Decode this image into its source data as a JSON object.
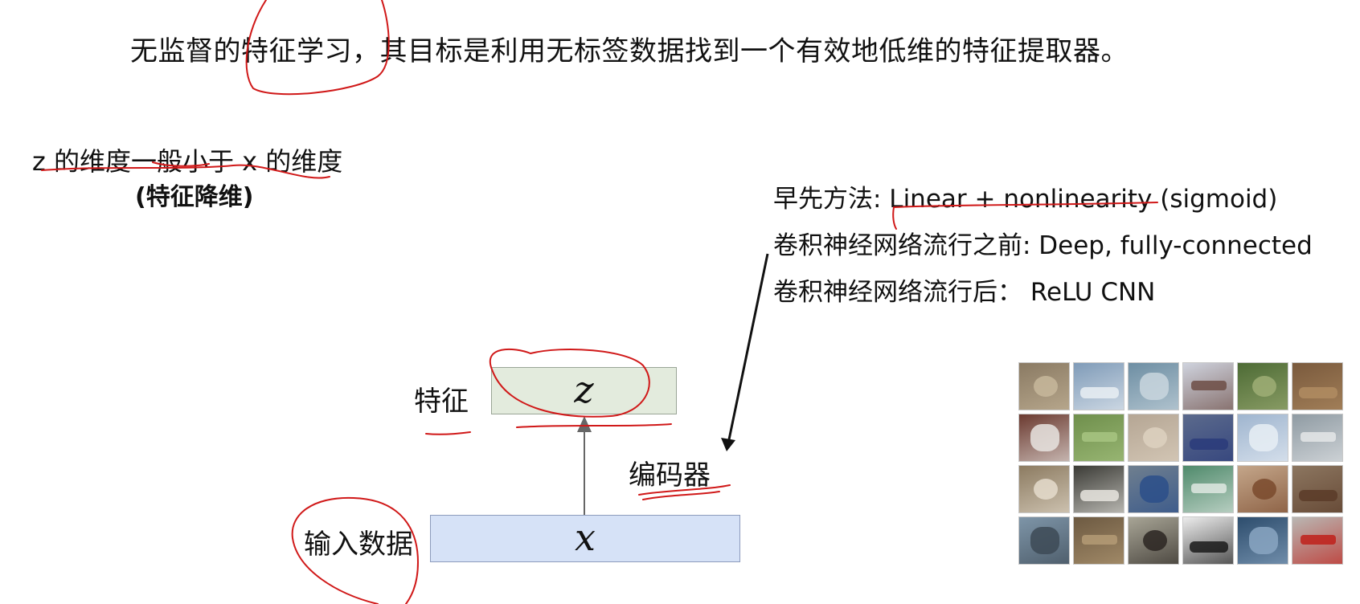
{
  "headline": "无监督的特征学习，其目标是利用无标签数据找到一个有效地低维的特征提取器。",
  "dimension_note": {
    "line1": "z 的维度一般小于 x 的维度",
    "line2": "(特征降维)"
  },
  "methods": [
    "早先方法: Linear +   nonlinearity (sigmoid)",
    "卷积神经网络流行之前: Deep, fully-connected",
    "卷积神经网络流行后：  ReLU CNN"
  ],
  "diagram": {
    "feature_label": "特征",
    "feature_symbol": "z",
    "encoder_label": "编码器",
    "input_label": "输入数据",
    "input_symbol": "x"
  },
  "colors": {
    "feature_box": "#e3ebdd",
    "input_box": "#d6e2f7",
    "annotation_ink": "#d01818",
    "arrow": "#111111"
  },
  "thumbnails": [
    {
      "name": "cat-thumbnail",
      "bg": "#8a7a63",
      "fg": "#c7b79b"
    },
    {
      "name": "boat-thumbnail",
      "bg": "#7f9bb8",
      "fg": "#e9eef3"
    },
    {
      "name": "ship-thumbnail",
      "bg": "#6d8ea3",
      "fg": "#c9d6de"
    },
    {
      "name": "airplane-thumbnail",
      "bg": "#cfd3de",
      "fg": "#6d4d45"
    },
    {
      "name": "frog-thumbnail",
      "bg": "#4d6b35",
      "fg": "#9fae76"
    },
    {
      "name": "toad-thumbnail",
      "bg": "#7a5a3d",
      "fg": "#b08c62"
    },
    {
      "name": "car-thumbnail",
      "bg": "#6b3a30",
      "fg": "#e8e4e0"
    },
    {
      "name": "frog-green-thumbnail",
      "bg": "#6f8f4c",
      "fg": "#a7c481"
    },
    {
      "name": "cat-light-thumbnail",
      "bg": "#b5a694",
      "fg": "#ddd1c0"
    },
    {
      "name": "truck-blue-thumbnail",
      "bg": "#5b6a8c",
      "fg": "#2a3b7a"
    },
    {
      "name": "jet-thumbnail",
      "bg": "#9fb5cf",
      "fg": "#e8eef5"
    },
    {
      "name": "truck-white-thumbnail",
      "bg": "#8f9ba3",
      "fg": "#e4e6e8"
    },
    {
      "name": "dog-thumbnail",
      "bg": "#8c7b61",
      "fg": "#e5dccd"
    },
    {
      "name": "horse-white-thumbnail",
      "bg": "#3b3b36",
      "fg": "#e7e5df"
    },
    {
      "name": "truck-thumbnail",
      "bg": "#6f7f8f",
      "fg": "#2c4f8a"
    },
    {
      "name": "boat-green-thumbnail",
      "bg": "#4f8a6b",
      "fg": "#dfe8e2"
    },
    {
      "name": "puppy-thumbnail",
      "bg": "#c4a68a",
      "fg": "#7a4a2d"
    },
    {
      "name": "horse-thumbnail",
      "bg": "#8c7660",
      "fg": "#5a3b28"
    },
    {
      "name": "harbor-thumbnail",
      "bg": "#7e95a8",
      "fg": "#3d4a56"
    },
    {
      "name": "frog-brown-thumbnail",
      "bg": "#6d5a42",
      "fg": "#b49b75"
    },
    {
      "name": "horse-dark-thumbnail",
      "bg": "#a8a596",
      "fg": "#2b2622"
    },
    {
      "name": "plane-dark-thumbnail",
      "bg": "#ececec",
      "fg": "#1a1a1a"
    },
    {
      "name": "bird-thumbnail",
      "bg": "#2d4d6d",
      "fg": "#8aa6c2"
    },
    {
      "name": "firetruck-thumbnail",
      "bg": "#b9b7b3",
      "fg": "#c0201a"
    }
  ]
}
